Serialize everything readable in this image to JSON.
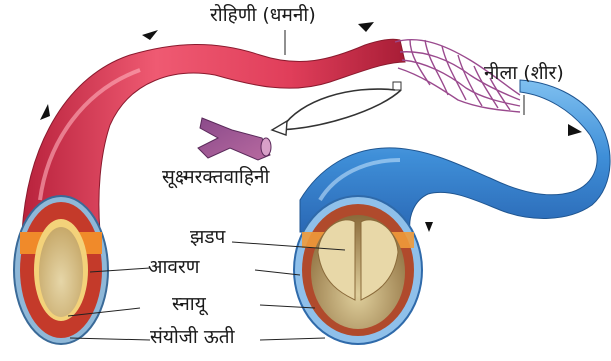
{
  "labels": {
    "artery": "रोहिणी (धमनी)",
    "vein": "नीला (शीर)",
    "capillary": "सूक्ष्मरक्तवाहिनी",
    "valve": "झडप",
    "lining": "आवरण",
    "muscle": "स्नायू",
    "connective_tissue": "संयोजी ऊती"
  },
  "colors": {
    "artery": "#e0405a",
    "vein": "#3f8fd8",
    "capillary": "#a04a8a",
    "background": "#ffffff"
  }
}
